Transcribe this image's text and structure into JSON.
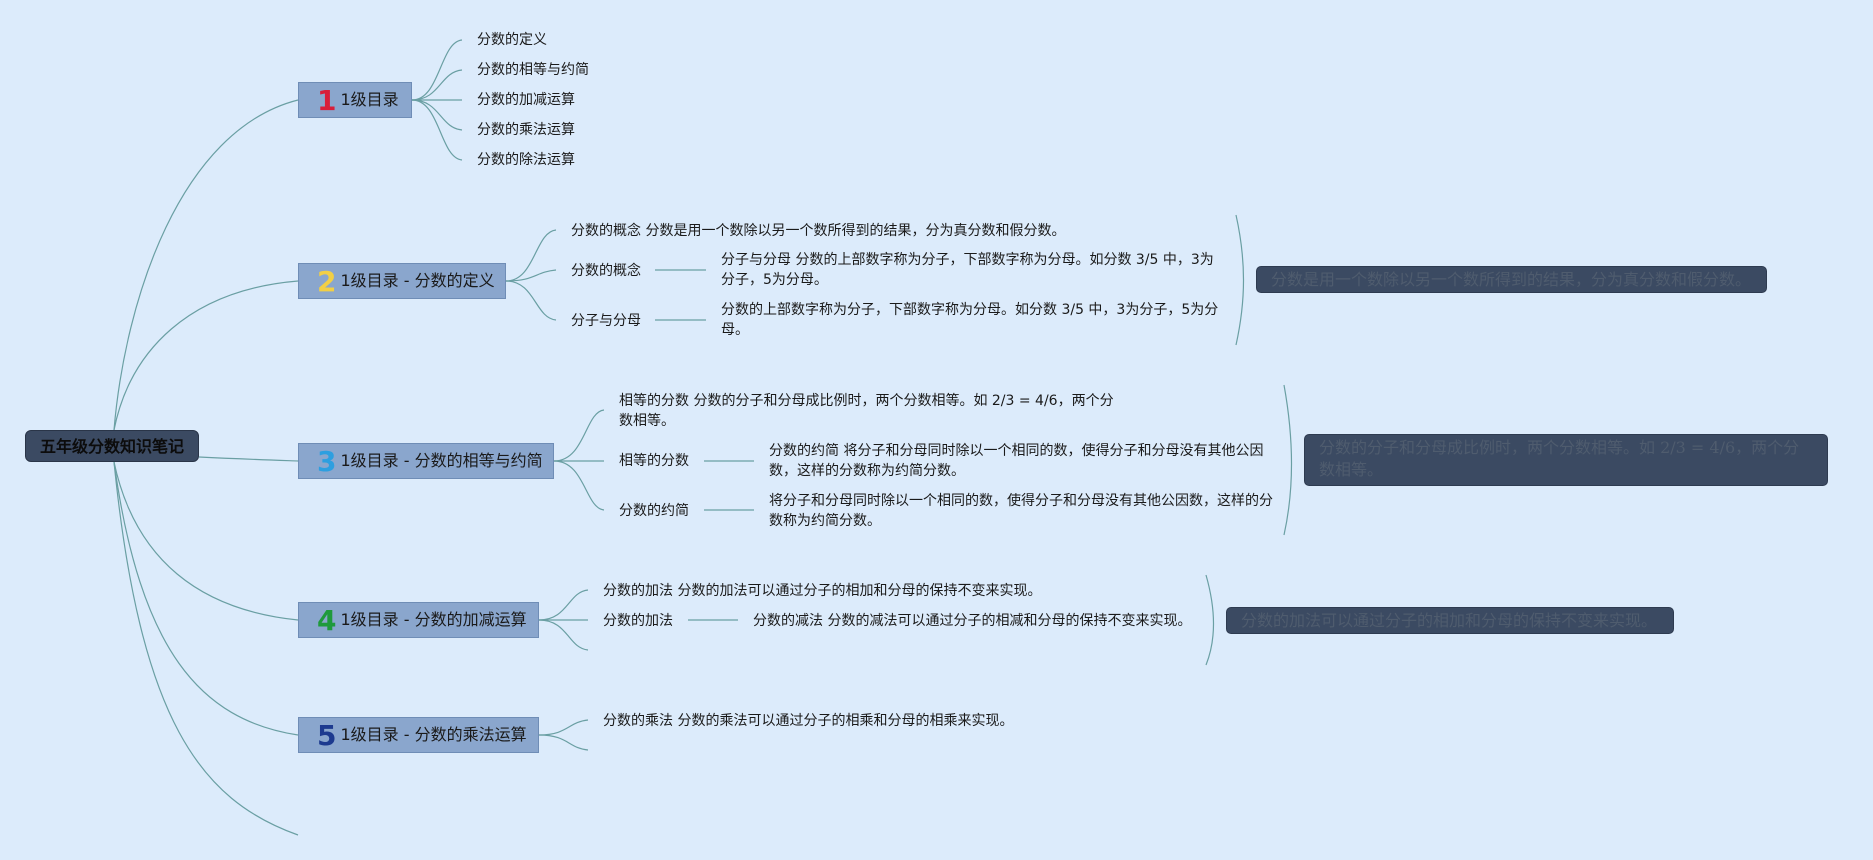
{
  "colors": {
    "background": "#dcebfb",
    "root_fill": "#3b4a62",
    "level1_fill": "#8aa6cd",
    "connector": "#6a9fa3",
    "num1": "#d81e3a",
    "num2": "#f2cf45",
    "num3": "#2d9fe0",
    "num4": "#1f9a3c",
    "num5": "#1d3a8f"
  },
  "icons": [
    "number-1-icon",
    "number-2-icon",
    "number-3-icon",
    "number-4-icon",
    "number-5-icon"
  ],
  "root": {
    "label": "五年级分数知识笔记"
  },
  "branch1": {
    "num": "1",
    "label": "1级目录",
    "items": [
      "分数的定义",
      "分数的相等与约简",
      "分数的加减运算",
      "分数的乘法运算",
      "分数的除法运算"
    ]
  },
  "branch2": {
    "num": "2",
    "label": "1级目录 - 分数的定义",
    "row1": "分数的概念 分数是用一个数除以另一个数所得到的结果，分为真分数和假分数。",
    "row2_label": "分数的概念",
    "row2_detail": "分子与分母 分数的上部数字称为分子，下部数字称为分母。如分数 3/5 中，3为分子，5为分母。",
    "row3_label": "分子与分母",
    "row3_detail": "分数的上部数字称为分子，下部数字称为分母。如分数 3/5 中，3为分子，5为分母。",
    "note": "分数是用一个数除以另一个数所得到的结果，分为真分数和假分数。"
  },
  "branch3": {
    "num": "3",
    "label": "1级目录 - 分数的相等与约简",
    "row1": "相等的分数 分数的分子和分母成比例时，两个分数相等。如 2/3 = 4/6，两个分数相等。",
    "row2_label": "相等的分数",
    "row2_detail": "分数的约简 将分子和分母同时除以一个相同的数，使得分子和分母没有其他公因数，这样的分数称为约简分数。",
    "row3_label": "分数的约简",
    "row3_detail": "将分子和分母同时除以一个相同的数，使得分子和分母没有其他公因数，这样的分数称为约简分数。",
    "note": "分数的分子和分母成比例时，两个分数相等。如 2/3 = 4/6，两个分数相等。"
  },
  "branch4": {
    "num": "4",
    "label": "1级目录 - 分数的加减运算",
    "row1": "分数的加法 分数的加法可以通过分子的相加和分母的保持不变来实现。",
    "row2_label": "分数的加法",
    "row2_detail": "分数的减法 分数的减法可以通过分子的相减和分母的保持不变来实现。",
    "note": "分数的加法可以通过分子的相加和分母的保持不变来实现。"
  },
  "branch5": {
    "num": "5",
    "label": "1级目录 - 分数的乘法运算",
    "row1": "分数的乘法 分数的乘法可以通过分子的相乘和分母的相乘来实现。"
  }
}
